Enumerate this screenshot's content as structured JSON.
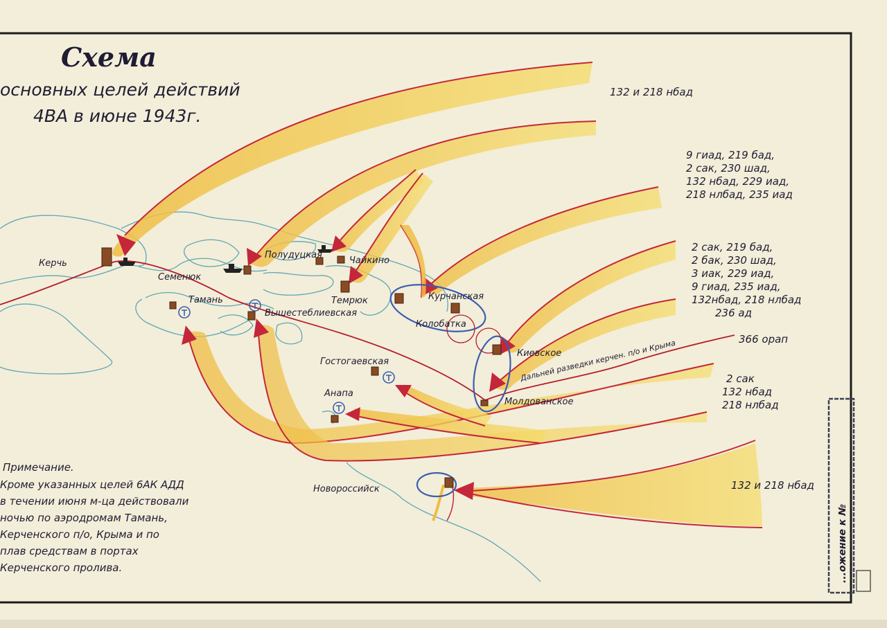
{
  "title": {
    "heading": "Схема",
    "line1": "основных целей действий",
    "line2": "4ВА в июне 1943г."
  },
  "places": {
    "kerch": "Керчь",
    "semenyuk": "Семенюк",
    "poludutskaya": "Полудуцкая",
    "chaikino": "Чайкино",
    "temryuk": "Темрюк",
    "kurchanskaya": "Курчанская",
    "taman": "Тамань",
    "vyshestebliyevskaya": "Вышестеблиевская",
    "kolobatka": "Колобатка",
    "kiyevskoye": "Киевское",
    "gostogaevskaya": "Гостогаевская",
    "anapa": "Анапа",
    "moldovanskoye": "Молдованское",
    "novorossiysk": "Новороссийск"
  },
  "units": {
    "top": "132 и 218 нбад",
    "group1": [
      "9 гиад, 219 бад,",
      "2 сак, 230 шад,",
      "132 нбад, 229 иад,",
      "218 нлбад, 235 иад"
    ],
    "group2": [
      "2 сак, 219 бад,",
      "2 бак, 230 шад,",
      "3 иак, 229 иад,",
      "9 гиад, 235 иад,",
      "132нбад, 218 нлбад",
      "236 ад"
    ],
    "orap": "366 орап",
    "recon": "Дальней разведки керчен. п/о и Крыма",
    "group3": [
      "2 сак",
      "132 нбад",
      "218 нлбад"
    ],
    "bottom": "132 и 218 нбад"
  },
  "note": {
    "heading": "Примечание.",
    "lines": [
      "Кроме указанных целей 6АК АДД",
      "в течении июня м-ца действовали",
      "ночью по аэродромам Тамань,",
      "Керченского п/о, Крыма и по",
      "плав средствам в портах",
      "Керченского пролива."
    ]
  },
  "stamp": {
    "text": "...ожение к №"
  },
  "colors": {
    "paper": "#f3eed9",
    "frame": "#1b1b1b",
    "coast": "#5fa6b5",
    "arrow_fill": "#f2d460",
    "arrow_edge": "#c4263a",
    "front_line": "#b31e2e",
    "target": "#8a4a22",
    "airfield": "#3a5eb0",
    "ink": "#1f1c33"
  }
}
